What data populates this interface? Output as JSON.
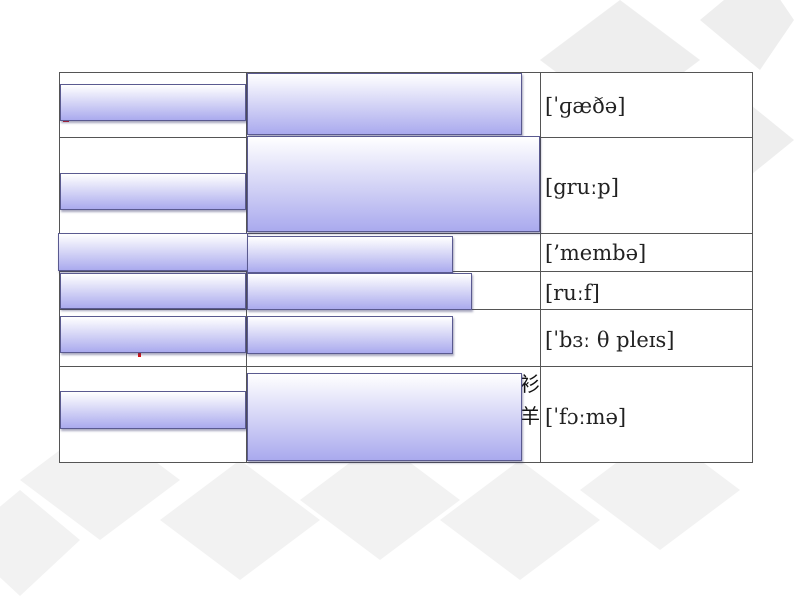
{
  "table": {
    "phonetics": [
      "[ˈɡæðə]",
      "[gruːp]",
      "[’membə]",
      "[ruːf]",
      "[ˈbɜː θ pleɪs]",
      "[ˈfɔːmə]"
    ],
    "partial_chars": [
      "衫",
      "羊"
    ]
  },
  "colors": {
    "cover_top": "#ffffff",
    "cover_bottom": "#aaaaee",
    "cover_border": "#5a5a90",
    "grid_line": "#555555",
    "red_mark": "#dd1111"
  }
}
